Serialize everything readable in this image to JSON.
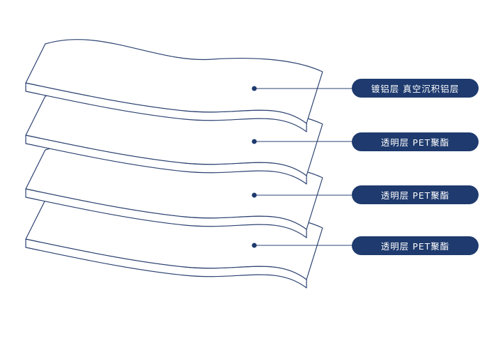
{
  "diagram": {
    "layers": [
      {
        "label": "镀铝层 真空沉积铝层"
      },
      {
        "label": "透明层 PET聚酯"
      },
      {
        "label": "透明层 PET聚酯"
      },
      {
        "label": "透明层 PET聚酯"
      }
    ],
    "colors": {
      "pill_background": "#1e3a6e",
      "pill_text": "#ffffff",
      "line": "#2b4170",
      "sheet_fill": "#ffffff",
      "page_background": "#ffffff"
    }
  }
}
